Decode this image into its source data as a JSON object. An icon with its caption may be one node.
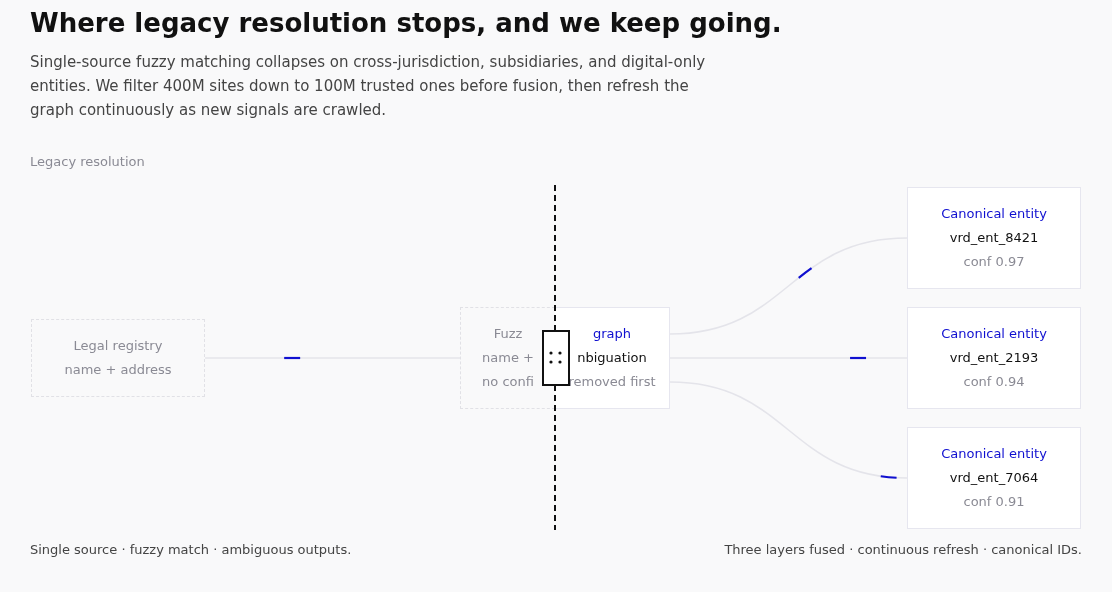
{
  "diagram": {
    "title": "Where legacy resolution stops, and we keep going.",
    "nodes": [
      {
        "text": [
          "Legal registry",
          "name + address"
        ]
      },
      {
        "text": [
          "Fuzz",
          "name +",
          "no confi"
        ]
      },
      {
        "text": [
          "graph",
          "nbiguation",
          "removed first"
        ]
      },
      {
        "text": [
          "Canonical entity",
          "vrd_ent_8421",
          "conf 0.97"
        ]
      },
      {
        "text": [
          "Canonical entity",
          "vrd_ent_2193",
          "conf 0.94"
        ]
      },
      {
        "text": [
          "Canonical entity",
          "vrd_ent_7064",
          "conf 0.91"
        ]
      }
    ],
    "edges": [
      {
        "from": 0,
        "to": 1,
        "arrow": "none"
      },
      {
        "from": 2,
        "to": 3,
        "arrow": "none"
      },
      {
        "from": 2,
        "to": 4,
        "arrow": "none"
      },
      {
        "from": 2,
        "to": 5,
        "arrow": "none"
      }
    ],
    "labels": [
      "Single-source fuzzy matching collapses on cross-jurisdiction, subsidiaries, and digital-only entities. We filter 400M sites down to 100M trusted ones before fusion, then refresh the graph continuously as new signals are crawled.",
      "Legacy resolution",
      "Single source · fuzzy match · ambiguous outputs.",
      "Three layers fused · continuous refresh · canonical IDs."
    ]
  }
}
